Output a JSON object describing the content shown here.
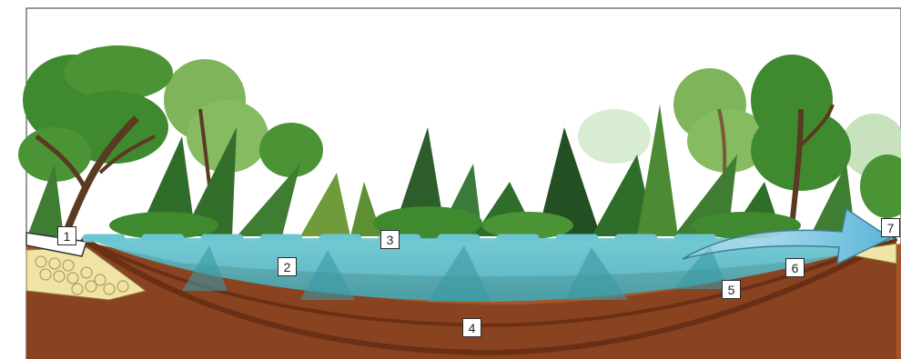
{
  "labels": [
    {
      "id": "num-1",
      "text": "1"
    },
    {
      "id": "num-2",
      "text": "2"
    },
    {
      "id": "num-3",
      "text": "3"
    },
    {
      "id": "num-4",
      "text": "4"
    },
    {
      "id": "num-5",
      "text": "5"
    },
    {
      "id": "num-6",
      "text": "6"
    },
    {
      "id": "num-7",
      "text": "7"
    }
  ],
  "colors": {
    "sky": "#ffffff",
    "soil_light": "#a4562a",
    "soil_mid": "#8a4321",
    "soil_dark": "#6b2f15",
    "water": "#4fb8c4",
    "water_dash": "#6cc6d2",
    "tree_dark": "#3f8a2f",
    "tree_light": "#7fb55a",
    "trunk": "#5a3a22",
    "gravel": "#efe3a6",
    "arrow": "#5bb6d6"
  }
}
